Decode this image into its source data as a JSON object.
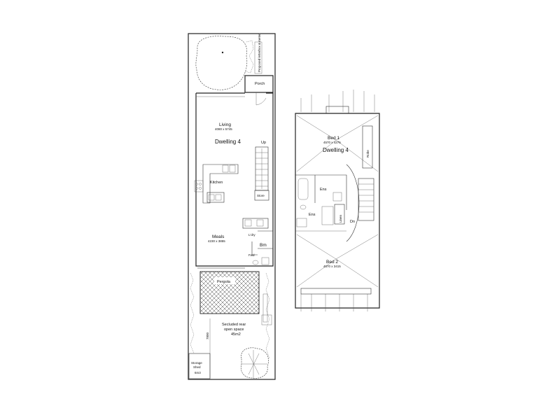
{
  "ground_floor": {
    "porch": "Porch",
    "letterbox": "Proposed letterbox & meter",
    "living": "Living",
    "living_dims": "4080 x 5745",
    "dwelling": "Dwelling 4",
    "up": "Up",
    "kitchen": "Kitchen",
    "store": "Store",
    "ldry": "L'dry",
    "meals": "Meals",
    "meals_dims": "4230 x 3855",
    "bm": "Bm",
    "fwd": "Fwd",
    "pergola": "Pergola",
    "open_space_line1": "Secluded rear",
    "open_space_line2": "open space",
    "open_space_line3": "45m2",
    "dimension": "7800",
    "shed_line1": "Storage",
    "shed_line2": "Shed",
    "shed_line3": "6m3"
  },
  "first_floor": {
    "bed1": "Bed 1",
    "bed1_dims": "4570 x 4275",
    "dwelling": "Dwelling 4",
    "robe": "Robe",
    "ens": "Ens",
    "ens2": "Ens",
    "linen": "Linen",
    "dn": "Dn",
    "bed2": "Bed 2",
    "bed2_dims": "4570 x 3415"
  }
}
